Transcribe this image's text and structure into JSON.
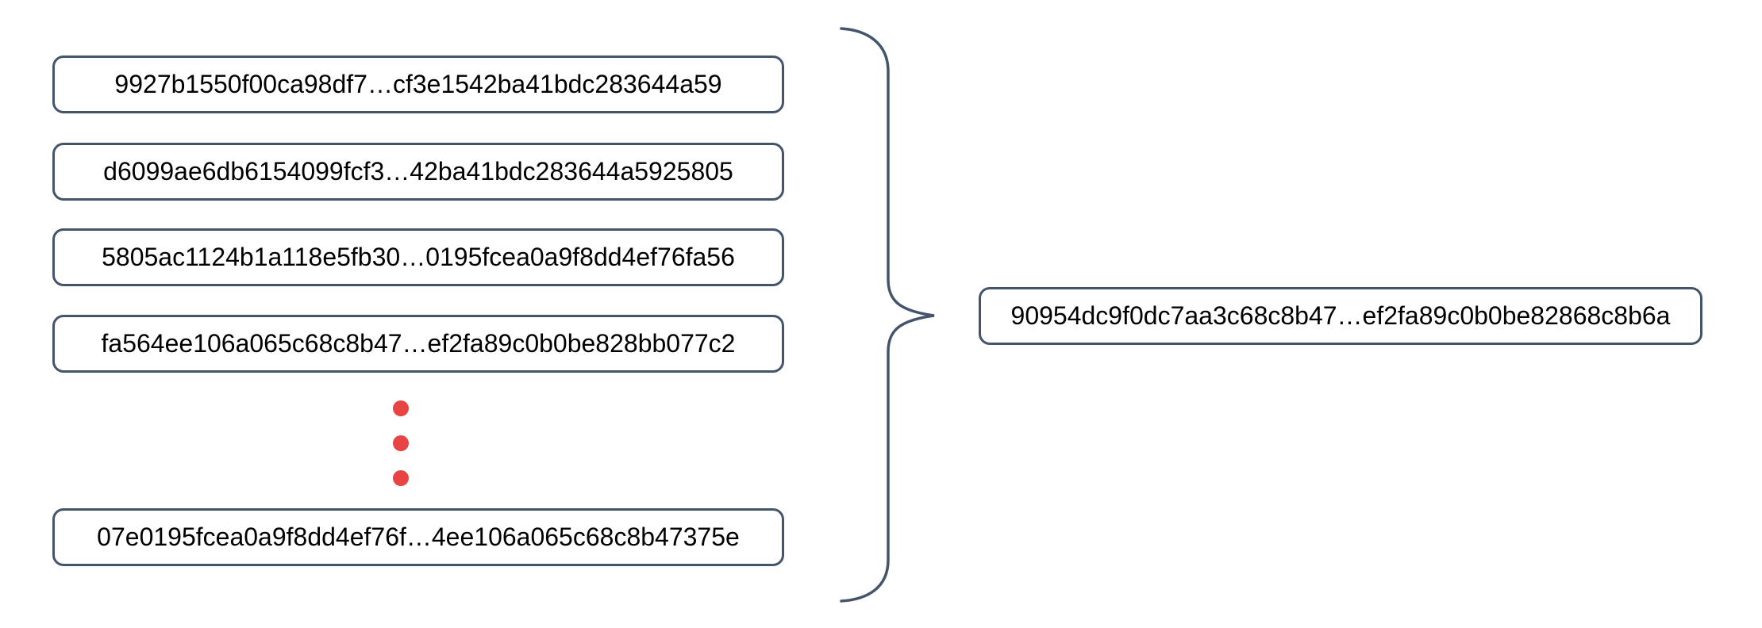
{
  "diagram": {
    "input_hashes": [
      "9927b1550f00ca98df7…cf3e1542ba41bdc283644a59",
      "d6099ae6db6154099fcf3…42ba41bdc283644a5925805",
      "5805ac1124b1a118e5fb30…0195fcea0a9f8dd4ef76fa56",
      "fa564ee106a065c68c8b47…ef2fa89c0b0be828bb077c2",
      "07e0195fcea0a9f8dd4ef76f…4ee106a065c68c8b47375e"
    ],
    "output_hash": "90954dc9f0dc7aa3c68c8b47…ef2fa89c0b0be82868c8b6a",
    "ellipsis_dot_count": 3,
    "colors": {
      "box_border": "#44546A",
      "brace": "#44546A",
      "ellipsis_dot": "#E84444",
      "text": "#000000",
      "background": "#FFFFFF"
    }
  }
}
